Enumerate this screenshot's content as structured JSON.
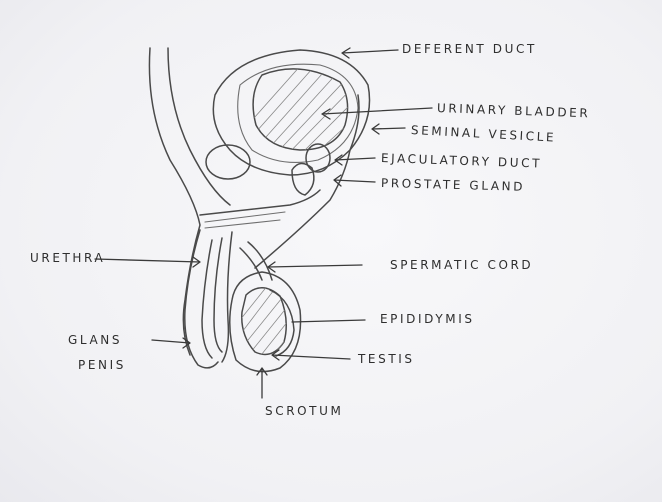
{
  "labels": {
    "deferent_duct": "DEFERENT DUCT",
    "urinary_bladder": "URINARY BLADDER",
    "seminal_vesicle": "SEMINAL VESICLE",
    "ejaculatory_duct": "EJACULATORY DUCT",
    "prostate_gland": "PROSTATE GLAND",
    "urethra": "URETHRA",
    "spermatic_cord": "SPERMATIC CORD",
    "epididymis": "EPIDIDYMIS",
    "glans_penis_line1": "GLANS",
    "glans_penis_line2": "PENIS",
    "testis": "TESTIS",
    "scrotum": "SCROTUM"
  }
}
